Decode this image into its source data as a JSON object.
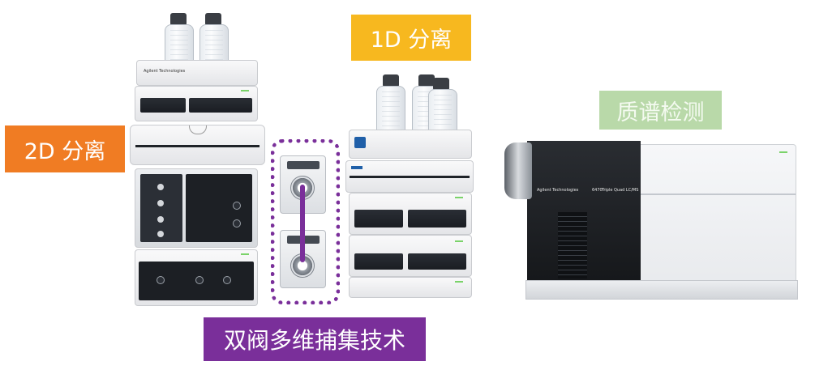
{
  "labels": {
    "separation_2d": "2D 分离",
    "separation_1d": "1D 分离",
    "ms_detection": "质谱检测",
    "dual_valve_tech": "双阀多维捕集技术"
  },
  "colors": {
    "label_2d_bg": "#f07c23",
    "label_1d_bg": "#f7b81f",
    "label_ms_bg": "#b9d9a9",
    "label_dual_valve_bg": "#7a2f9a",
    "dashed_box_border": "#7a2f9a",
    "connector_line": "#7a2f9a"
  },
  "instrument_text": {
    "brand_left": "Agilent Technologies",
    "ms_brand": "Agilent Technologies",
    "ms_model": "6470",
    "ms_model_name": "Triple Quad LC/MS"
  }
}
